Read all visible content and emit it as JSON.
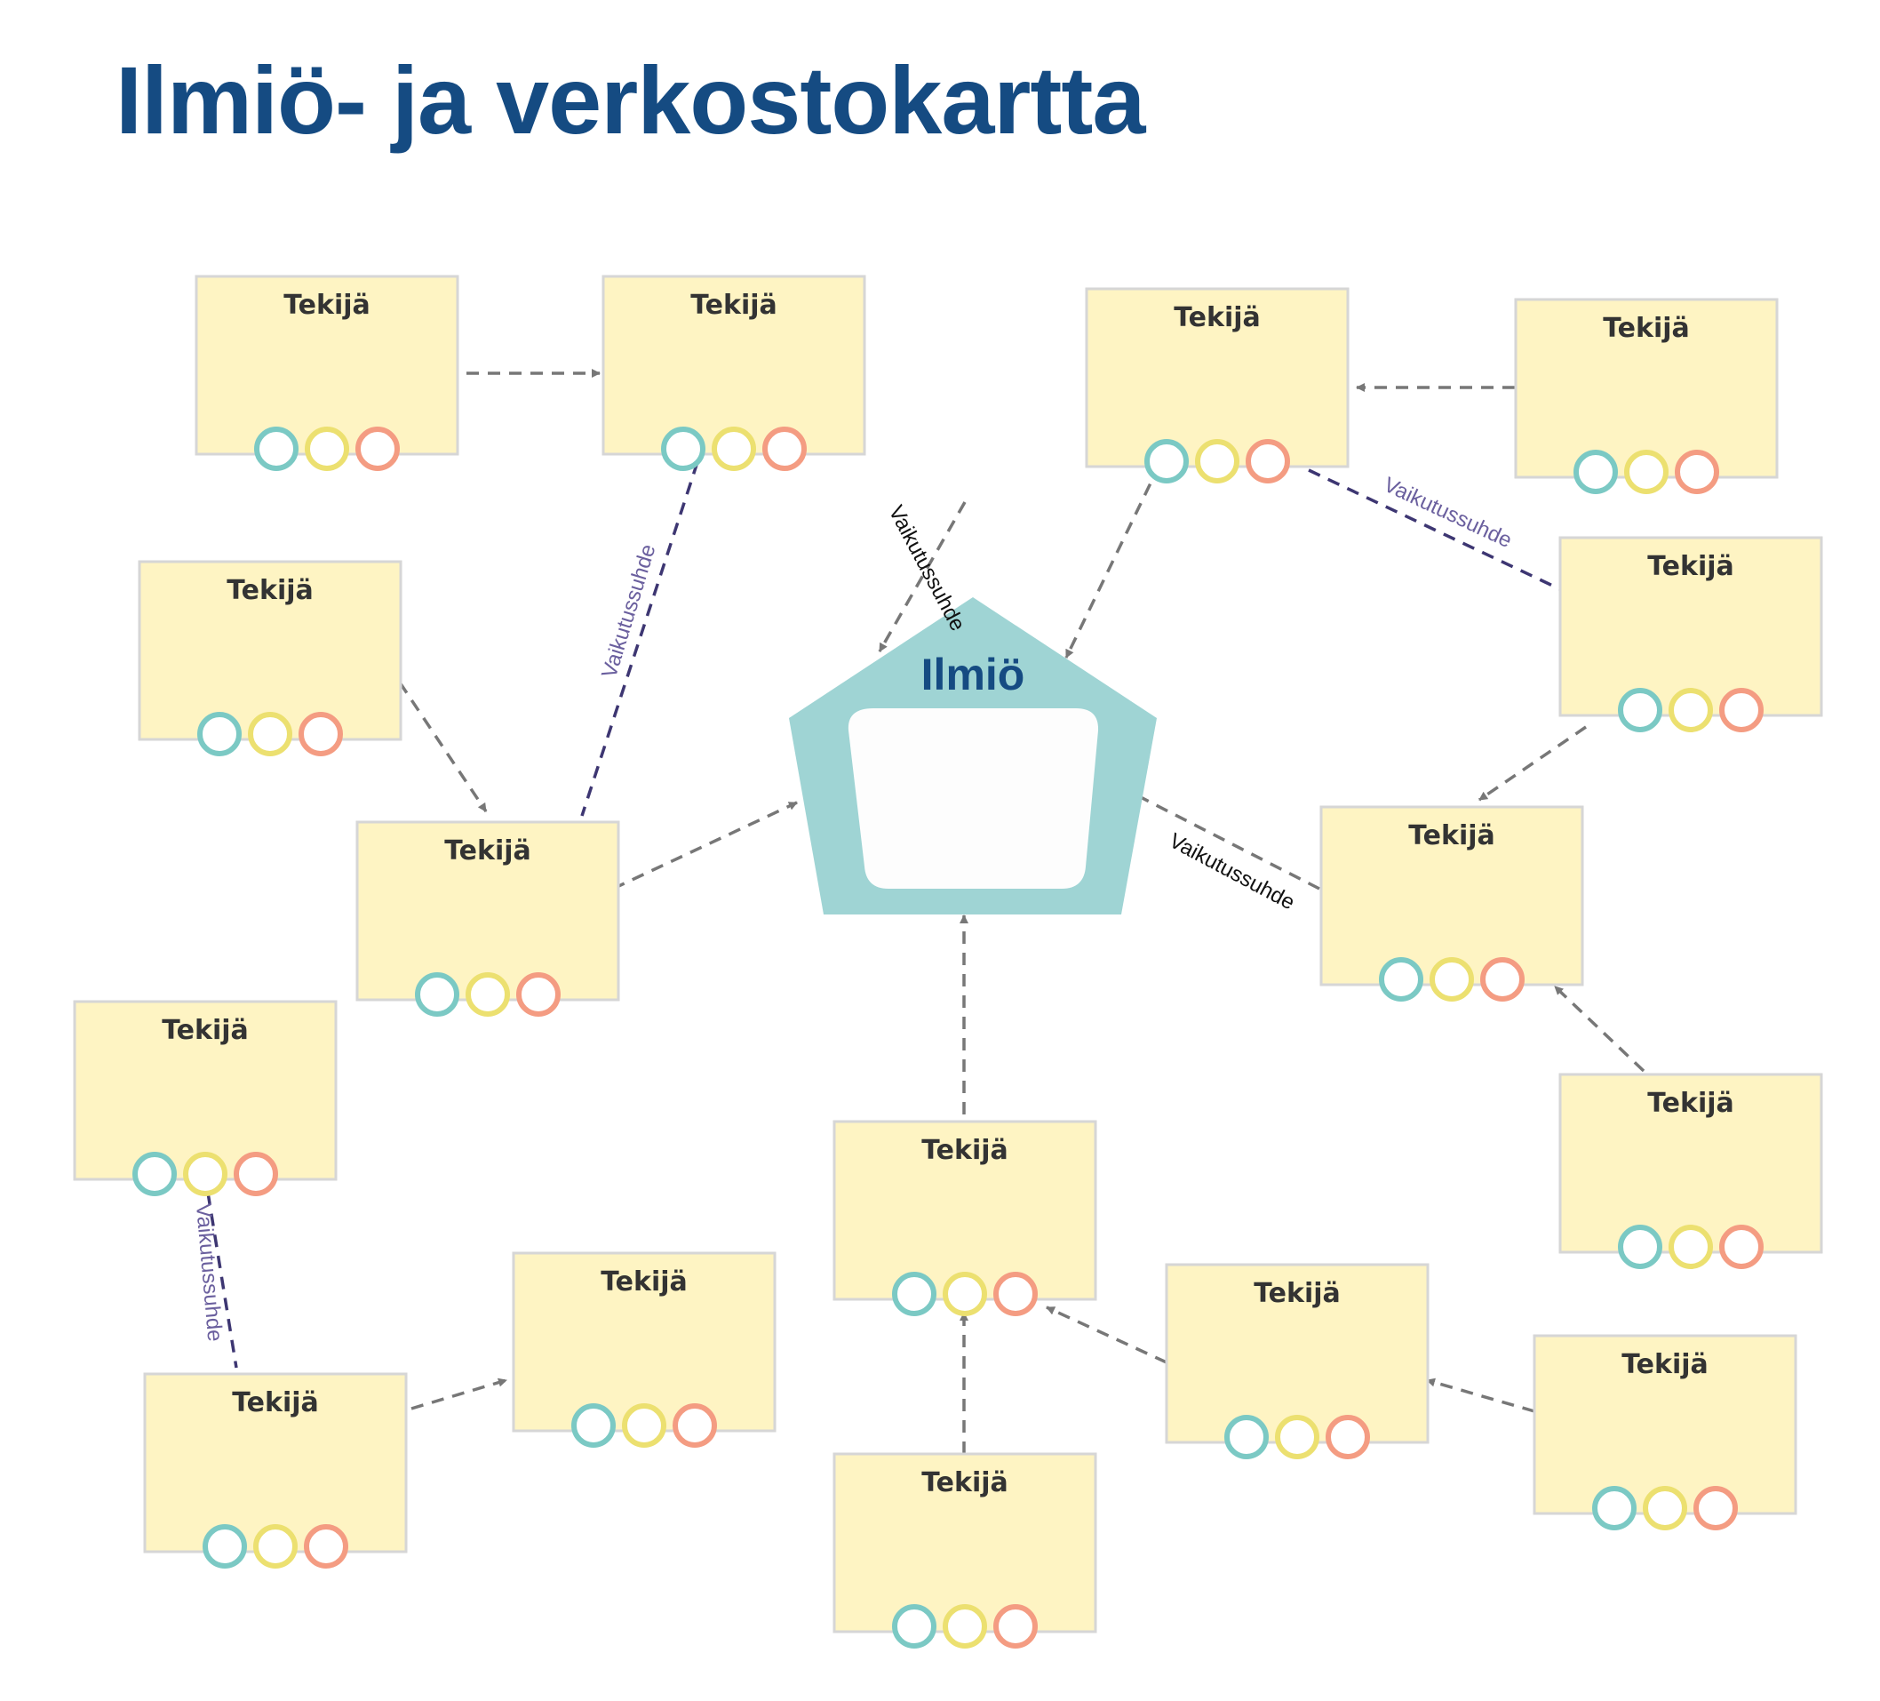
{
  "title": "Ilmiö- ja verkostokartta",
  "colors": {
    "title": "#154b82",
    "node_fill": "#fef4c3",
    "node_border": "#d6d6d6",
    "pentagon": "#9fd4d4",
    "circle_teal": "#7bc9c4",
    "circle_yellow": "#ece070",
    "circle_salmon": "#f49c82",
    "arrow": "#777777",
    "relation_line": "#3d3672",
    "relation_text_purple": "#6a5f9e"
  },
  "phenomenon": {
    "label": "Ilmiö"
  },
  "actors": [
    {
      "id": "n1",
      "label": "Tekijä"
    },
    {
      "id": "n2",
      "label": "Tekijä"
    },
    {
      "id": "n3",
      "label": "Tekijä"
    },
    {
      "id": "n4",
      "label": "Tekijä"
    },
    {
      "id": "n5",
      "label": "Tekijä"
    },
    {
      "id": "n6",
      "label": "Tekijä"
    },
    {
      "id": "n7",
      "label": "Tekijä"
    },
    {
      "id": "n8",
      "label": "Tekijä"
    },
    {
      "id": "n9",
      "label": "Tekijä"
    },
    {
      "id": "n10",
      "label": "Tekijä"
    },
    {
      "id": "n11",
      "label": "Tekijä"
    },
    {
      "id": "n12",
      "label": "Tekijä"
    },
    {
      "id": "n13",
      "label": "Tekijä"
    },
    {
      "id": "n14",
      "label": "Tekijä"
    },
    {
      "id": "n15",
      "label": "Tekijä"
    },
    {
      "id": "n16",
      "label": "Tekijä"
    },
    {
      "id": "n17",
      "label": "Tekijä"
    }
  ],
  "relation_label": "Vaikutussuhde"
}
